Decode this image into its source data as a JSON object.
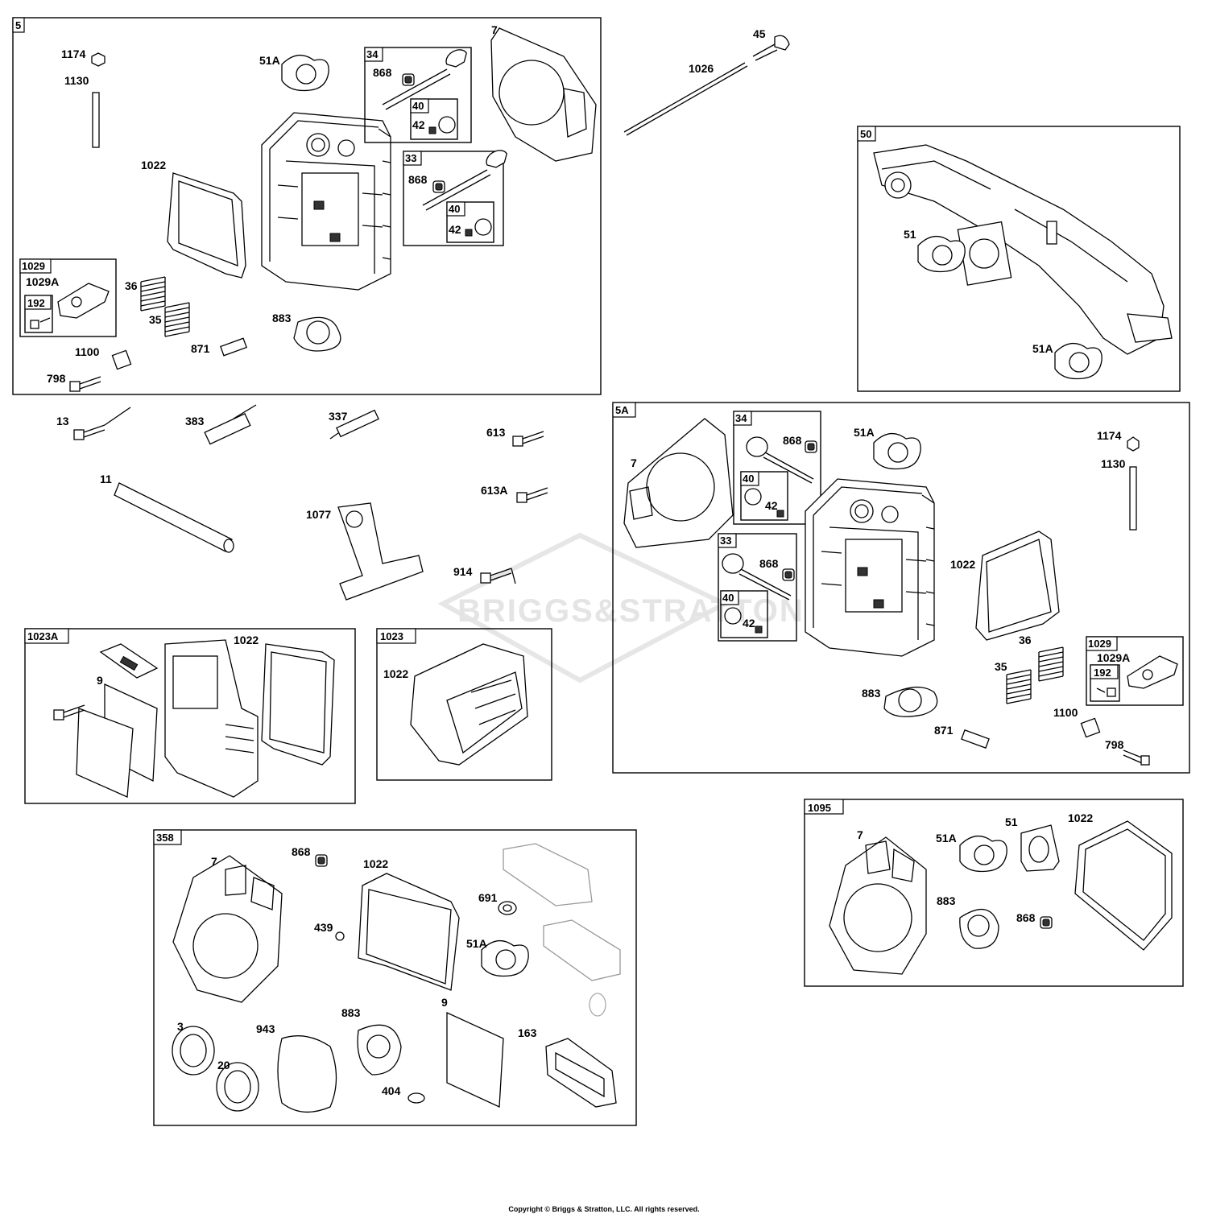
{
  "watermark": "BRIGGS&STRATTON",
  "copyright": "Copyright © Briggs & Stratton, LLC. All rights reserved.",
  "groups": [
    {
      "id": "g5",
      "tag": "5"
    },
    {
      "id": "g34a",
      "tag": "34"
    },
    {
      "id": "g40a",
      "tag": "40"
    },
    {
      "id": "g33a",
      "tag": "33"
    },
    {
      "id": "g40b",
      "tag": "40"
    },
    {
      "id": "g1029a",
      "tag": "1029"
    },
    {
      "id": "g192a",
      "tag": "192"
    },
    {
      "id": "g50",
      "tag": "50"
    },
    {
      "id": "g5a",
      "tag": "5A"
    },
    {
      "id": "g34b",
      "tag": "34"
    },
    {
      "id": "g40c",
      "tag": "40"
    },
    {
      "id": "g33b",
      "tag": "33"
    },
    {
      "id": "g40d",
      "tag": "40"
    },
    {
      "id": "g1029b",
      "tag": "1029"
    },
    {
      "id": "g192b",
      "tag": "192"
    },
    {
      "id": "g1023a",
      "tag": "1023A"
    },
    {
      "id": "g1023",
      "tag": "1023"
    },
    {
      "id": "g358",
      "tag": "358"
    },
    {
      "id": "g1095",
      "tag": "1095"
    }
  ],
  "callouts": [
    {
      "id": "c1174a",
      "text": "1174"
    },
    {
      "id": "c1130a",
      "text": "1130"
    },
    {
      "id": "c51Aa",
      "text": "51A"
    },
    {
      "id": "c868a",
      "text": "868"
    },
    {
      "id": "c42a",
      "text": "42"
    },
    {
      "id": "c7a",
      "text": "7"
    },
    {
      "id": "c868b",
      "text": "868"
    },
    {
      "id": "c42b",
      "text": "42"
    },
    {
      "id": "c1022a",
      "text": "1022"
    },
    {
      "id": "c1029Aa",
      "text": "1029A"
    },
    {
      "id": "c36a",
      "text": "36"
    },
    {
      "id": "c35a",
      "text": "35"
    },
    {
      "id": "c883a",
      "text": "883"
    },
    {
      "id": "c871a",
      "text": "871"
    },
    {
      "id": "c1100a",
      "text": "1100"
    },
    {
      "id": "c798a",
      "text": "798"
    },
    {
      "id": "c45",
      "text": "45"
    },
    {
      "id": "c1026",
      "text": "1026"
    },
    {
      "id": "c51a",
      "text": "51"
    },
    {
      "id": "c51Ab",
      "text": "51A"
    },
    {
      "id": "c13",
      "text": "13"
    },
    {
      "id": "c383",
      "text": "383"
    },
    {
      "id": "c337",
      "text": "337"
    },
    {
      "id": "c613",
      "text": "613"
    },
    {
      "id": "c613A",
      "text": "613A"
    },
    {
      "id": "c11",
      "text": "11"
    },
    {
      "id": "c1077",
      "text": "1077"
    },
    {
      "id": "c914",
      "text": "914"
    },
    {
      "id": "c7b",
      "text": "7"
    },
    {
      "id": "c868c",
      "text": "868"
    },
    {
      "id": "c42c",
      "text": "42"
    },
    {
      "id": "c51Ac",
      "text": "51A"
    },
    {
      "id": "c1174b",
      "text": "1174"
    },
    {
      "id": "c1130b",
      "text": "1130"
    },
    {
      "id": "c868d",
      "text": "868"
    },
    {
      "id": "c42d",
      "text": "42"
    },
    {
      "id": "c1022b",
      "text": "1022"
    },
    {
      "id": "c36b",
      "text": "36"
    },
    {
      "id": "c35b",
      "text": "35"
    },
    {
      "id": "c1029Ab",
      "text": "1029A"
    },
    {
      "id": "c883b",
      "text": "883"
    },
    {
      "id": "c871b",
      "text": "871"
    },
    {
      "id": "c1100b",
      "text": "1100"
    },
    {
      "id": "c798b",
      "text": "798"
    },
    {
      "id": "c1022c",
      "text": "1022"
    },
    {
      "id": "c9a",
      "text": "9"
    },
    {
      "id": "c1022d",
      "text": "1022"
    },
    {
      "id": "c7c",
      "text": "7"
    },
    {
      "id": "c868e",
      "text": "868"
    },
    {
      "id": "c1022e",
      "text": "1022"
    },
    {
      "id": "c439",
      "text": "439"
    },
    {
      "id": "c691",
      "text": "691"
    },
    {
      "id": "c51Ad",
      "text": "51A"
    },
    {
      "id": "c3",
      "text": "3"
    },
    {
      "id": "c943",
      "text": "943"
    },
    {
      "id": "c883c",
      "text": "883"
    },
    {
      "id": "c9b",
      "text": "9"
    },
    {
      "id": "c163",
      "text": "163"
    },
    {
      "id": "c20",
      "text": "20"
    },
    {
      "id": "c404",
      "text": "404"
    },
    {
      "id": "c7d",
      "text": "7"
    },
    {
      "id": "c51Ae",
      "text": "51A"
    },
    {
      "id": "c51b",
      "text": "51"
    },
    {
      "id": "c1022f",
      "text": "1022"
    },
    {
      "id": "c883d",
      "text": "883"
    },
    {
      "id": "c868f",
      "text": "868"
    }
  ]
}
